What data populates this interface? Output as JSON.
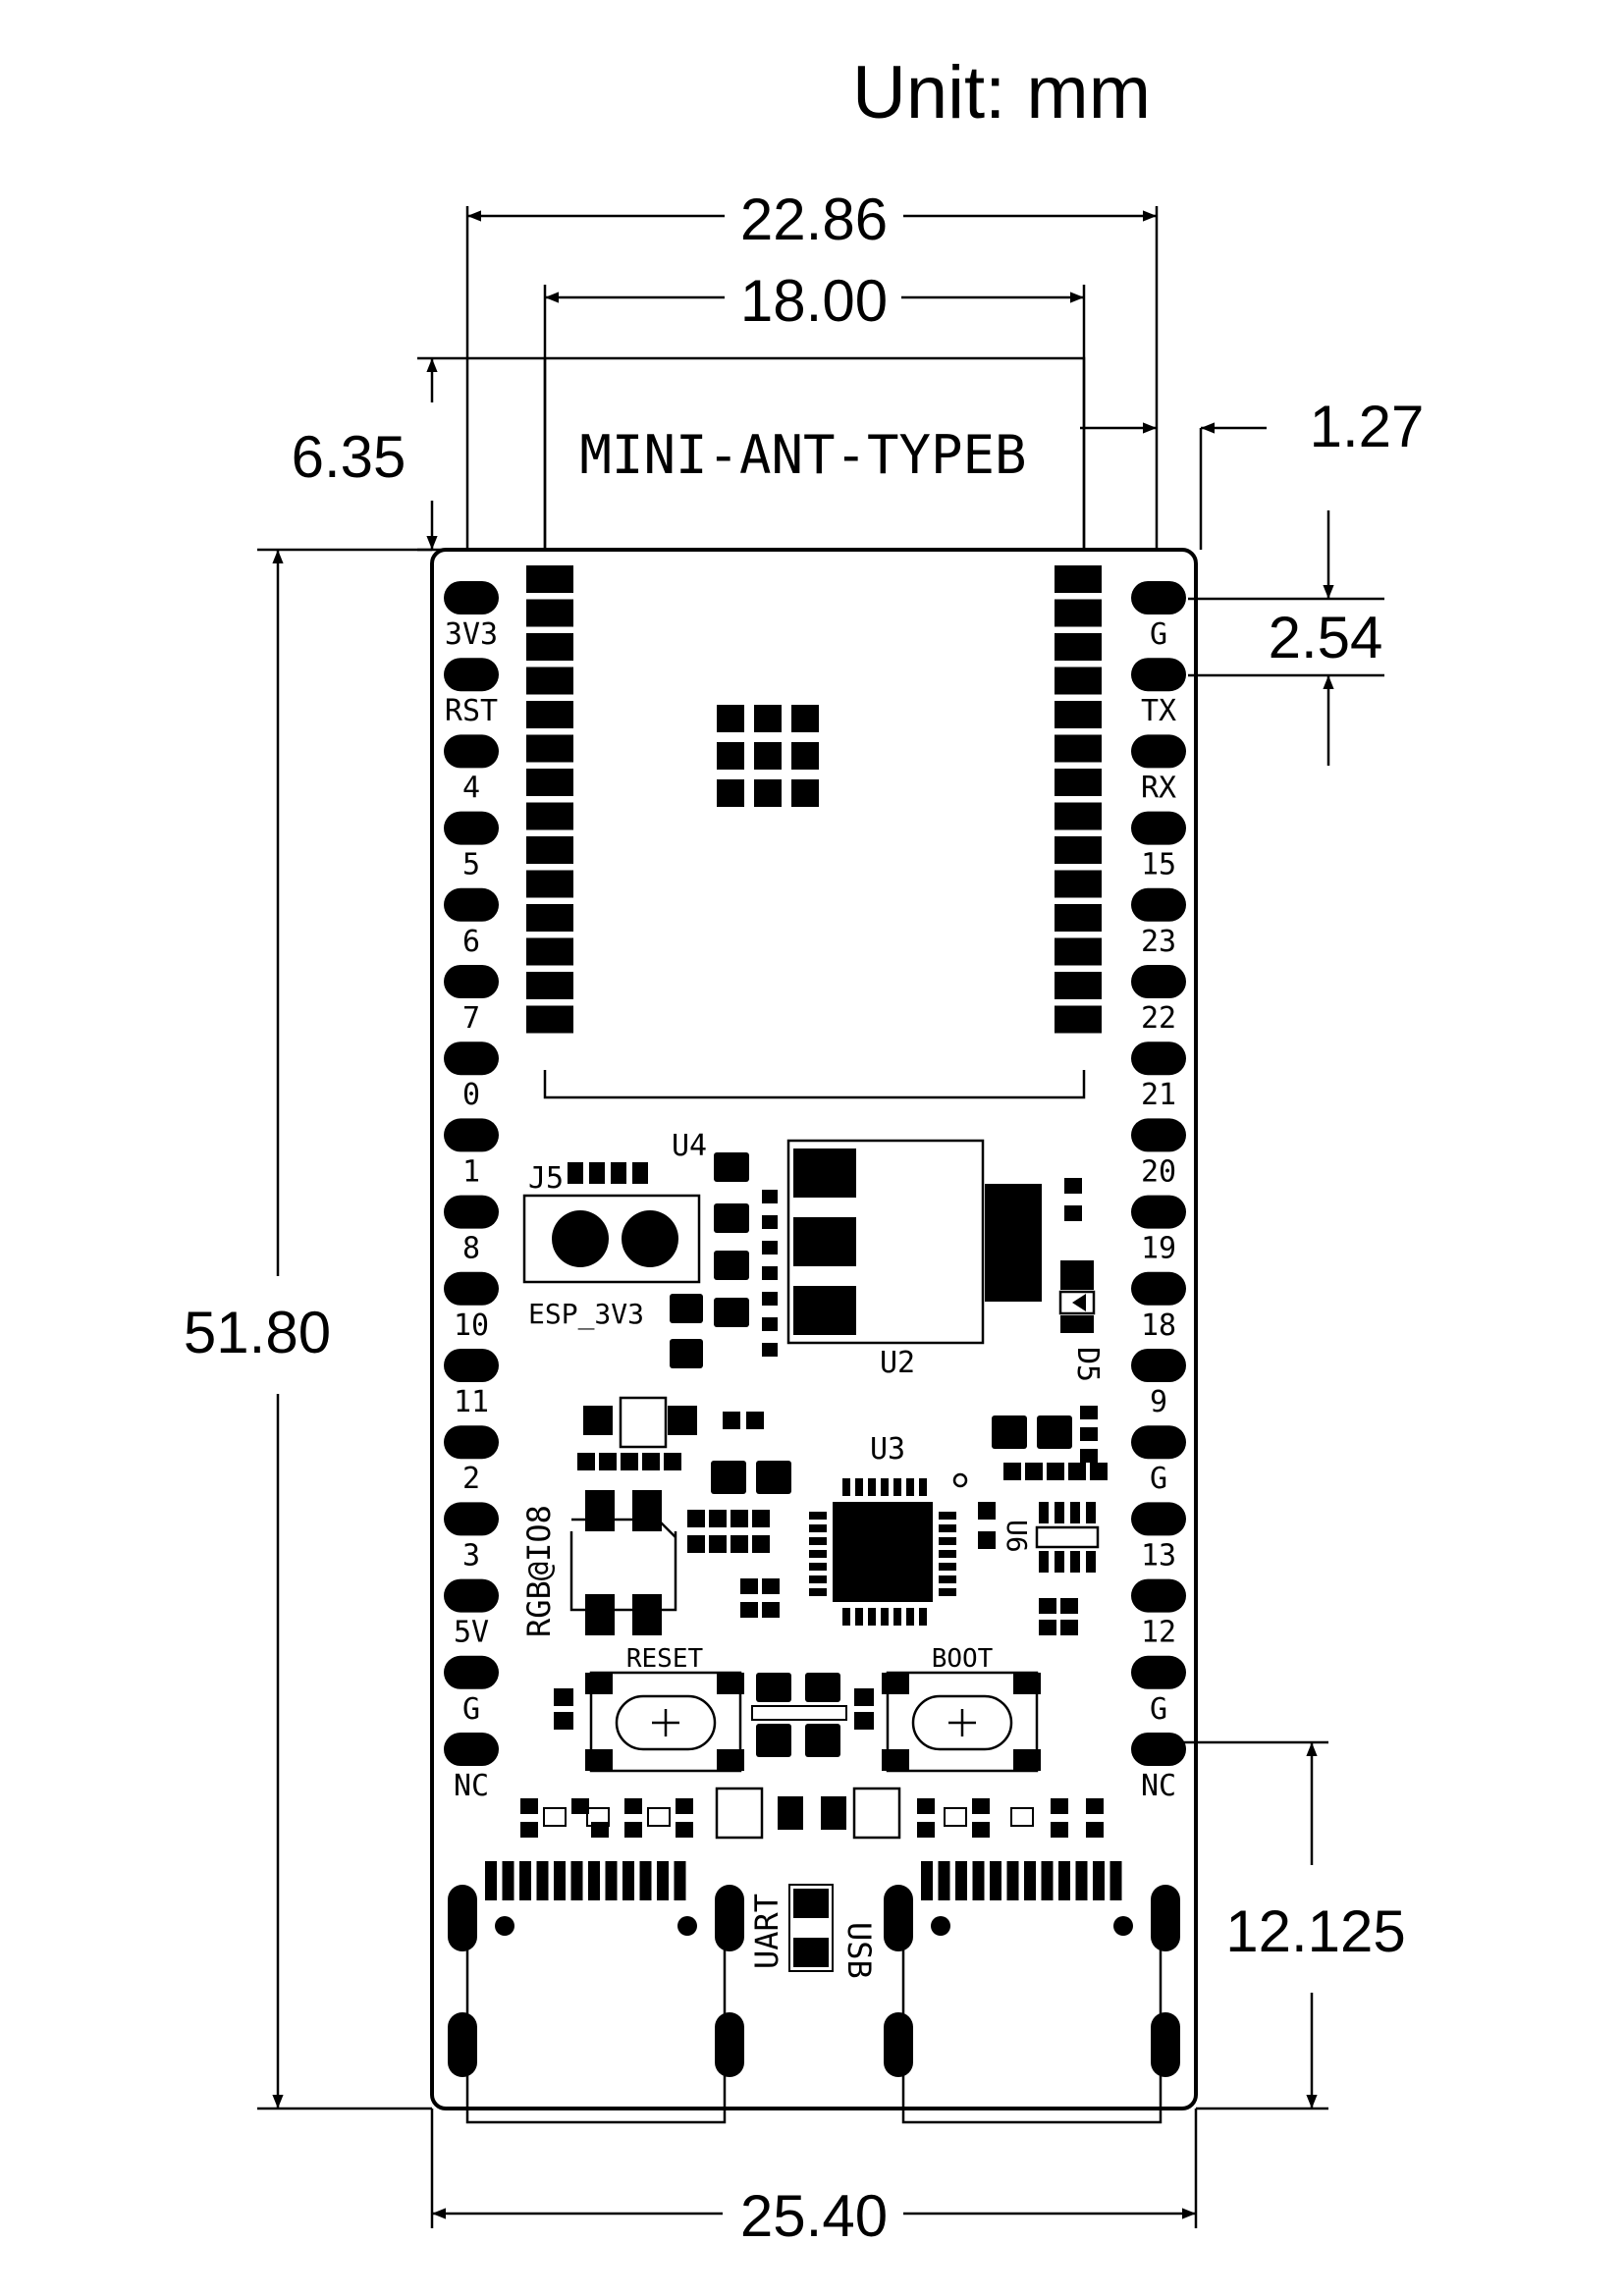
{
  "title": "Unit: mm",
  "module_label": "MINI-ANT-TYPEB",
  "dimensions": {
    "total_width_top": "22.86",
    "module_width": "18.00",
    "antenna_height": "6.35",
    "edge_offset": "1.27",
    "pin_pitch": "2.54",
    "board_height": "51.80",
    "usb_height": "12.125",
    "board_width": "25.40"
  },
  "pins_left": [
    "3V3",
    "RST",
    "4",
    "5",
    "6",
    "7",
    "0",
    "1",
    "8",
    "10",
    "11",
    "2",
    "3",
    "5V",
    "G",
    "NC"
  ],
  "pins_right": [
    "G",
    "TX",
    "RX",
    "15",
    "23",
    "22",
    "21",
    "20",
    "19",
    "18",
    "9",
    "G",
    "13",
    "12",
    "G",
    "NC"
  ],
  "silkscreen": {
    "u4": "U4",
    "j5": "J5",
    "esp_3v3": "ESP_3V3",
    "u2": "U2",
    "d5": "D5",
    "u3": "U3",
    "u6": "U6",
    "rgb": "RGB@IO8",
    "reset": "RESET",
    "boot": "BOOT",
    "uart": "UART",
    "usb": "USB"
  },
  "colors": {
    "ink": "#000000",
    "paper": "#ffffff"
  }
}
